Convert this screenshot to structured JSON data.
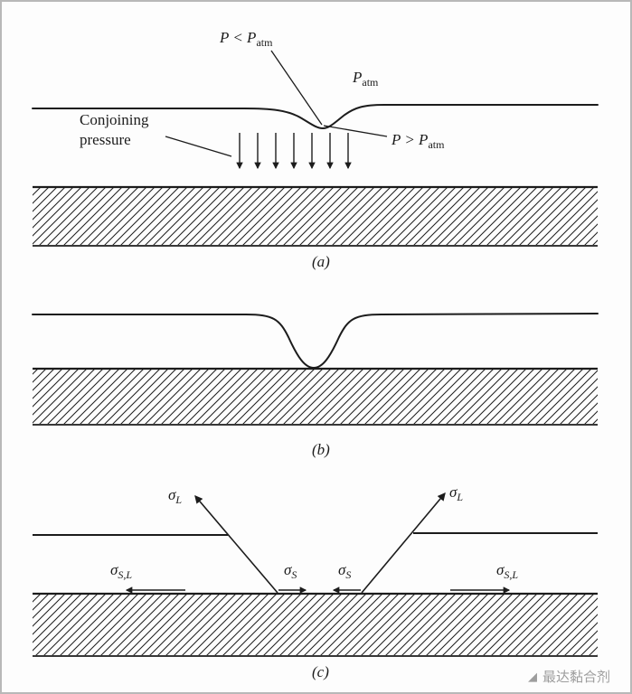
{
  "colors": {
    "ink": "#1c1c1c",
    "background": "#fdfdfd",
    "frame_border": "#b8b8b8",
    "watermark": "#9e9e9e"
  },
  "panel_a": {
    "caption": "(a)",
    "label_p_less": {
      "main": "P < P",
      "sub": "atm"
    },
    "label_p_atm": {
      "main": "P",
      "sub": "atm"
    },
    "label_p_greater": {
      "main": "P > P",
      "sub": "atm"
    },
    "conjoining": {
      "line1": "Conjoining",
      "line2": "pressure"
    }
  },
  "panel_b": {
    "caption": "(b)"
  },
  "panel_c": {
    "caption": "(c)",
    "sigma_l": {
      "main": "σ",
      "sub": "L"
    },
    "sigma_s": {
      "main": "σ",
      "sub": "S"
    },
    "sigma_sl": {
      "main": "σ",
      "sub": "S,L"
    }
  },
  "watermark": {
    "text": "最达黏合剂",
    "logo": "◢"
  }
}
